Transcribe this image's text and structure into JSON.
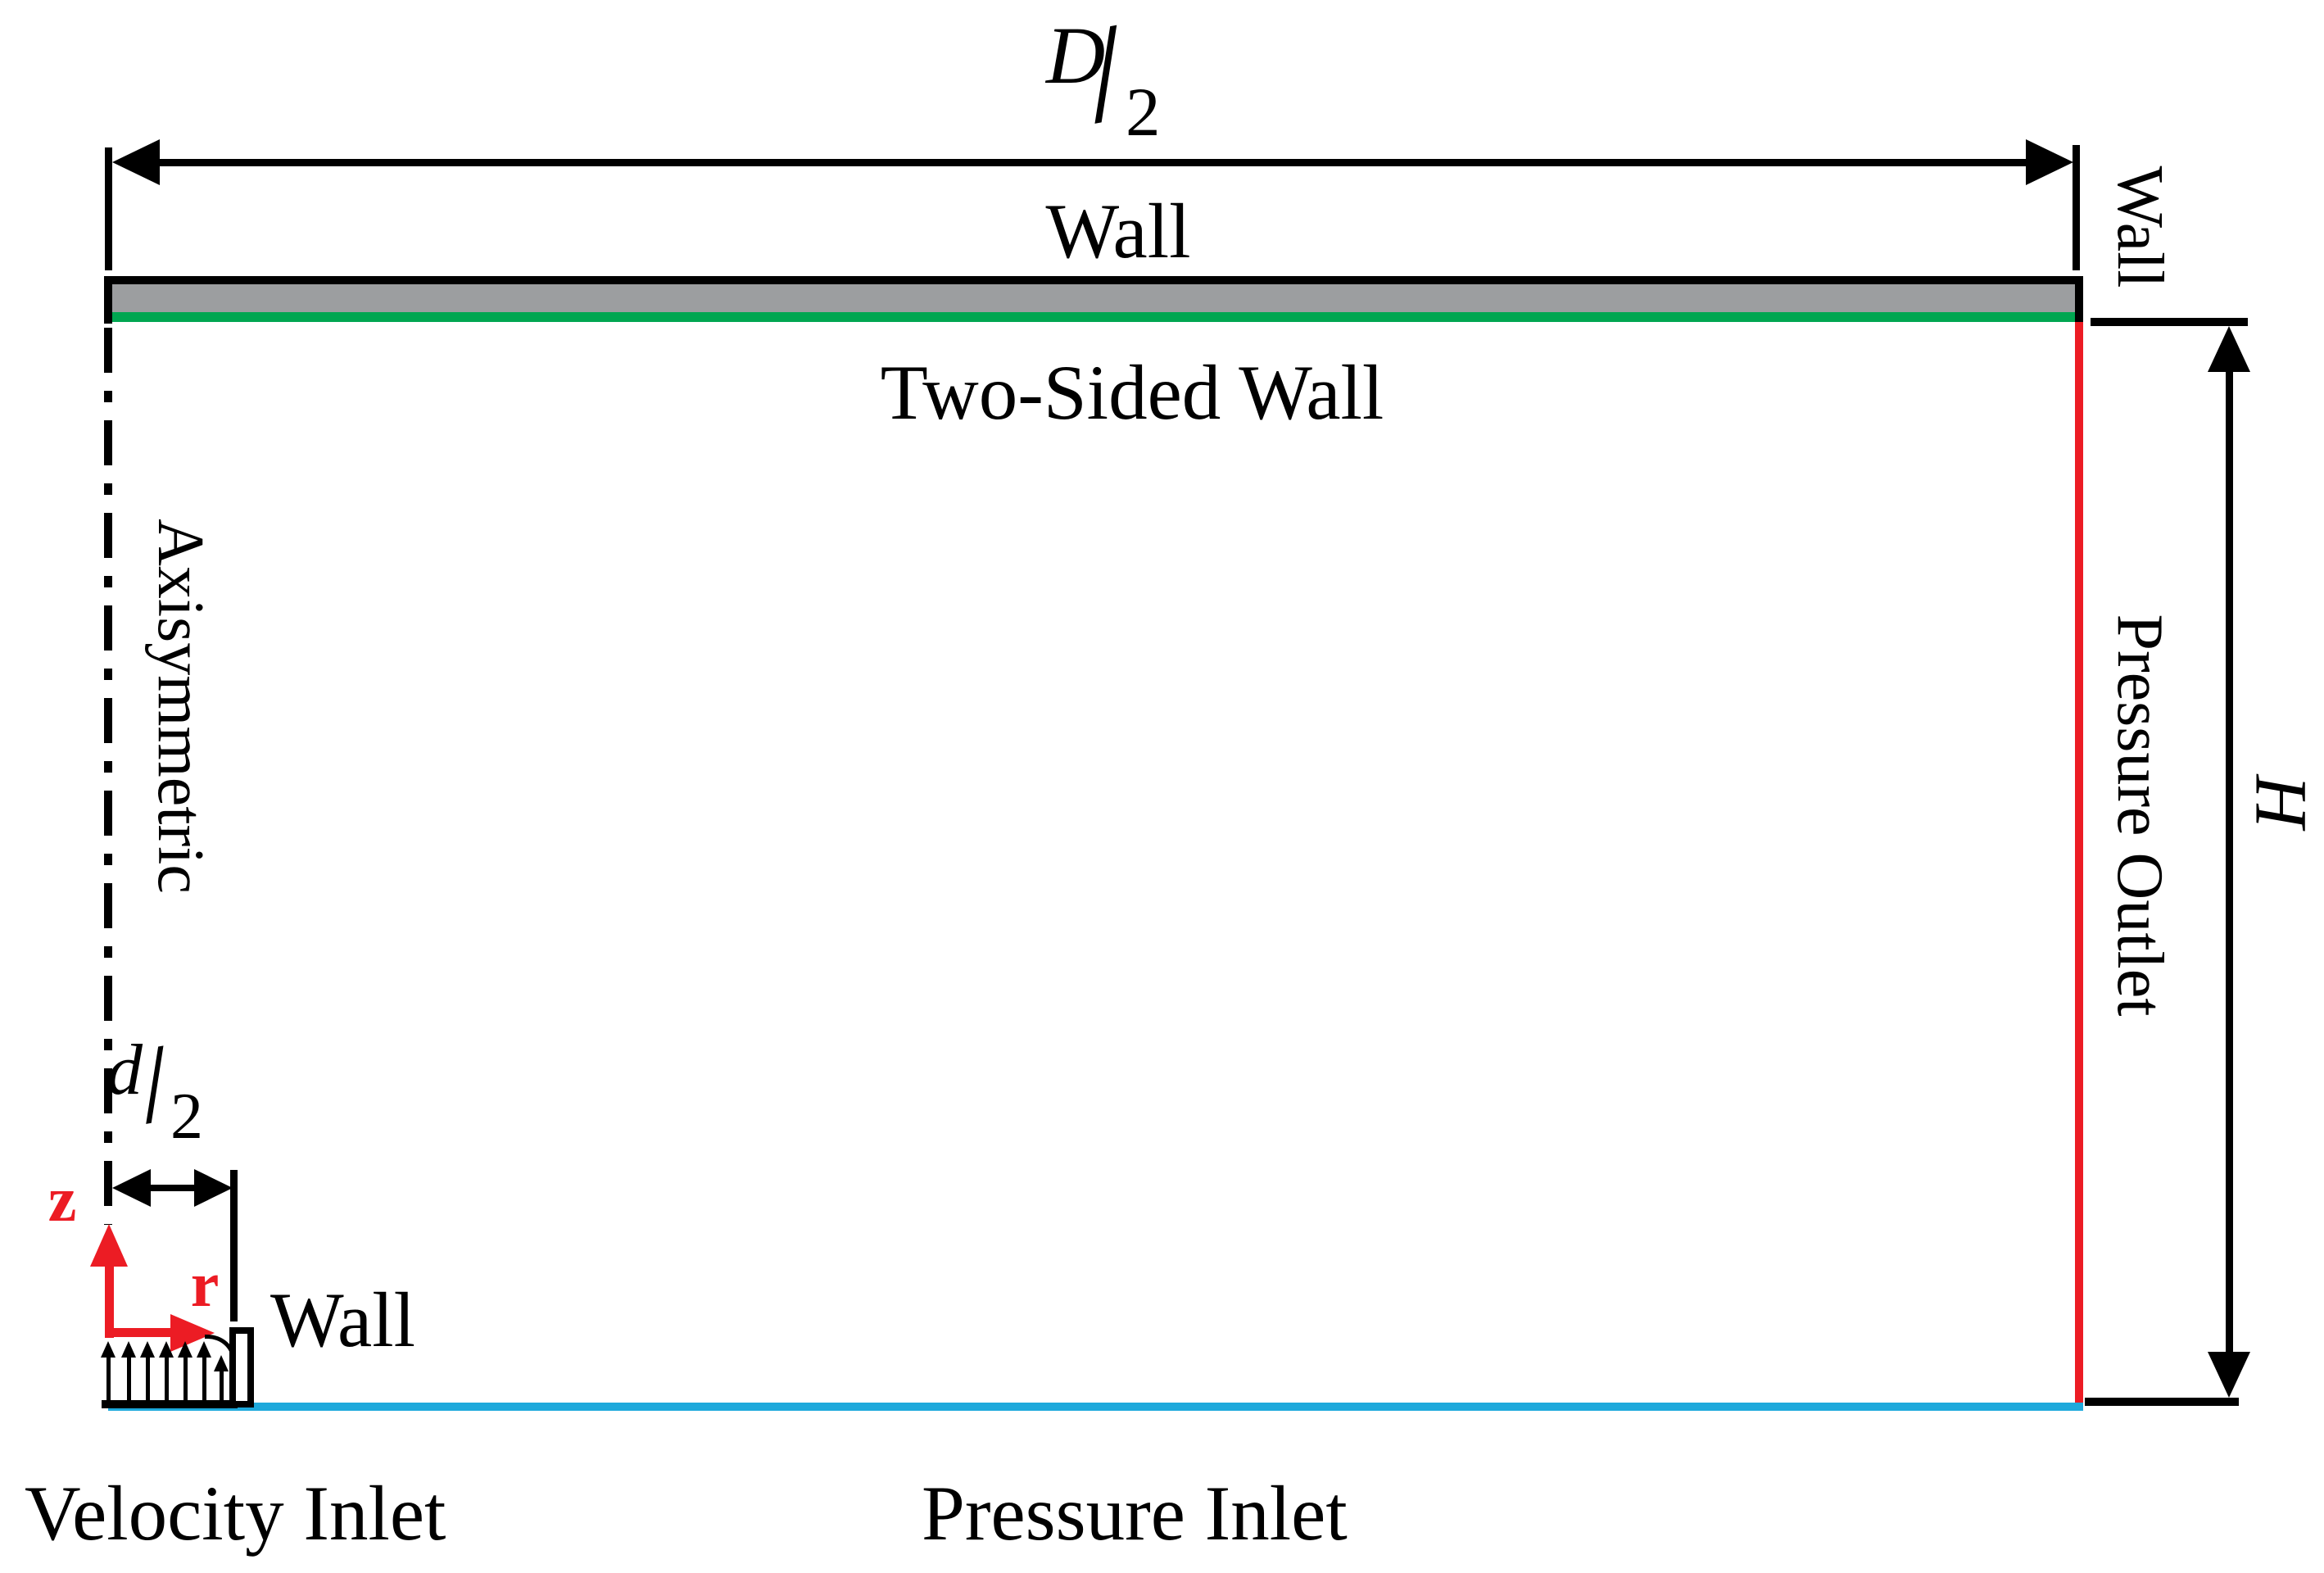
{
  "dims": {
    "D_half": {
      "numerator": "D",
      "slash": "/",
      "denominator": "2"
    },
    "d_half": {
      "numerator": "d",
      "slash": "/",
      "denominator": "2"
    },
    "height_symbol": "H"
  },
  "boundaries": {
    "wall_top": "Wall",
    "two_sided_wall": "Two-Sided Wall",
    "wall_right": "Wall",
    "pressure_outlet": "Pressure Outlet",
    "axisymmetric": "Axisymmetric",
    "wall_nozzle": "Wall",
    "velocity_inlet": "Velocity Inlet",
    "pressure_inlet": "Pressure Inlet"
  },
  "axes": {
    "vertical": "z",
    "horizontal": "r"
  },
  "colors": {
    "red": "#EC1C24",
    "green": "#00A651",
    "cyan": "#1EA9DC",
    "gray": "#9C9EA0",
    "line": "#000000"
  }
}
